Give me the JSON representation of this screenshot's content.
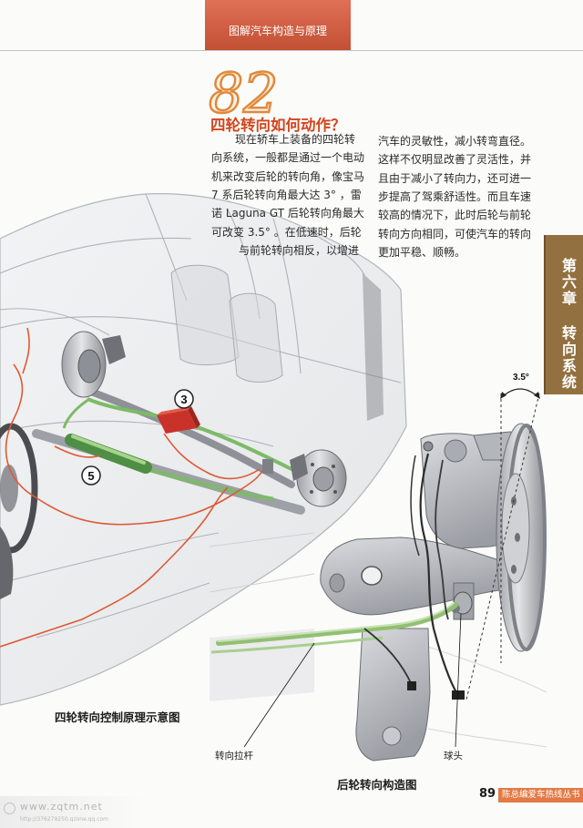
{
  "header": {
    "tab_title": "图解汽车构造与原理"
  },
  "article": {
    "number": "82",
    "title": "四轮转向如何动作？",
    "left_lines": [
      "现在轿车上装备的四轮转",
      "向系统，一般都是通过一个电动",
      "机来改变后轮的转向角，像宝马",
      "7 系后轮转向角最大达 3° ，雷",
      "诺 Laguna GT 后轮转向角最大",
      "可改变 3.5° 。在低速时，后轮",
      "与前轮转向相反，以增进"
    ],
    "right_lines": [
      "汽车的灵敏性，减小转弯直径。",
      "这样不仅明显改善了灵活性，并",
      "且由于减小了转向力，还可进一",
      "步提高了驾乘舒适性。而且车速",
      "较高的情况下，此时后轮与前轮",
      "转向方向相同，可使汽车的转向",
      "更加平稳、顺畅。"
    ]
  },
  "chapter_tab": {
    "chapter": "第六章",
    "section": "转向系统"
  },
  "figure_main": {
    "caption": "四轮转向控制原理示意图",
    "callouts": [
      "3",
      "5"
    ]
  },
  "figure_rear": {
    "caption": "后轮转向构造图",
    "angle_label": "3.5°",
    "labels": {
      "tie_rod": "转向拉杆",
      "ball_joint": "球头"
    }
  },
  "footer": {
    "page_number": "89",
    "series": "陈总编爱车热线丛书"
  },
  "watermark": {
    "site": "www.zqtm.net",
    "url": "http://376279250.qzone.qq.com"
  },
  "colors": {
    "accent": "#d2461e",
    "header_tab": "#d9593a",
    "chapter_tab": "#93703f",
    "footer_bar": "#e27a45",
    "steering_pipe": "#7cbb66",
    "control_unit": "#c9322a",
    "wiring": "#dc5a35"
  }
}
